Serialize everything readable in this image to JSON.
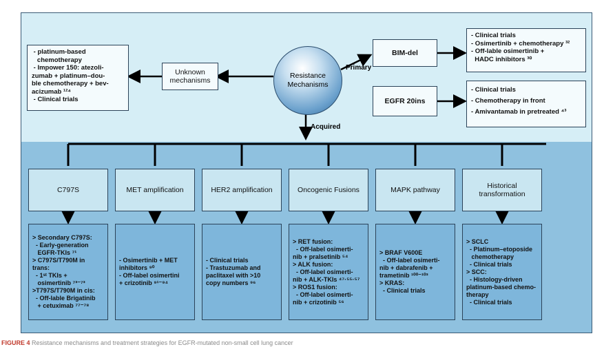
{
  "center": {
    "line1": "Resistance",
    "line2": "Mechanisms"
  },
  "labels": {
    "primary": "Primary",
    "acquired": "Acquired"
  },
  "unknown": {
    "line1": "Unknown",
    "line2": "mechanisms"
  },
  "left_box": {
    "lines": [
      " - platinum-based",
      "   chemotherapy",
      " - Impower 150: atezoli-",
      "zumab + platinum–dou-",
      "ble chemotherapy + bev-",
      "acizumab ¹²⁴",
      " - Clinical trials"
    ]
  },
  "bim": {
    "label": "BIM-del",
    "lines": [
      "- Clinical trials",
      "- Osimertinib + chemotherapy ³²",
      "- Off-lable osimertinib +",
      "  HADC inhibitors ³⁰"
    ]
  },
  "egfr": {
    "label": "EGFR 20ins",
    "lines": [
      "- Clinical trials",
      "- Chemotherapy in front",
      "- Amivantamab in pretreated ⁴³"
    ]
  },
  "categories": [
    {
      "label": "C797S",
      "detail": [
        "> Secondary C797S:",
        "  - Early-generation",
        "   EGFR-TKIs ⁷¹",
        "> C797S/T790M in",
        "trans:",
        "  - 1ˢᵗ TKIs +",
        "   osimertinib ⁷³⁻⁷³",
        ">T797S/T790M in cis:",
        "  - Off-lable Brigatinib",
        "   + cetuximab ⁷⁷⁻⁷⁸"
      ]
    },
    {
      "label": "MET amplification",
      "detail": [
        "- Osimertinib + MET",
        "inhibitors ⁹⁰",
        "- Off-label osimertini",
        "+ crizotinib ⁹¹⁻⁹⁴"
      ]
    },
    {
      "label": "HER2 amplification",
      "detail": [
        "- Clinical trials",
        "- Trastuzumab and",
        "paclitaxel with >10",
        "copy numbers ⁹⁶"
      ]
    },
    {
      "label": "Oncogenic Fusions",
      "detail": [
        "> RET fusion:",
        "  - Off-label osimerti-",
        "nib + pralsetinib ⁵⁴",
        "> ALK fusion:",
        "  - Off-label osimerti-",
        "nib + ALK-TKIs ⁴⁷·⁵⁵·⁵⁷",
        "> ROS1 fusion:",
        "  - Off-label osimerti-",
        "nib + crizotinib ⁵⁶"
      ]
    },
    {
      "label": "MAPK pathway",
      "detail": [
        "> BRAF V600E",
        "  - Off-label osimerti-",
        "nib + dabrafenib +",
        "trametinib ¹⁰⁰⁻¹⁰³",
        "> KRAS:",
        "  - Clinical trials"
      ]
    },
    {
      "label": "Historical transformation",
      "detail": [
        "> SCLC",
        "  - Platinum–etoposide",
        "   chemotherapy",
        "  - Clinical trials",
        "> SCC:",
        "  - Histology-driven",
        "platinum-based chemo-",
        "therapy",
        "  - Clinical trials"
      ]
    }
  ],
  "caption": {
    "bold": "FIGURE 4",
    "rest": "  Resistance mechanisms and treatment strategies for EGFR-mutated non-small cell lung cancer"
  },
  "colors": {
    "top_band": "#d6eef6",
    "bottom_band": "#8fc1df",
    "label_box": "#c9e6f1",
    "detail_box": "#7eb6db",
    "caption": "#c0392b"
  }
}
